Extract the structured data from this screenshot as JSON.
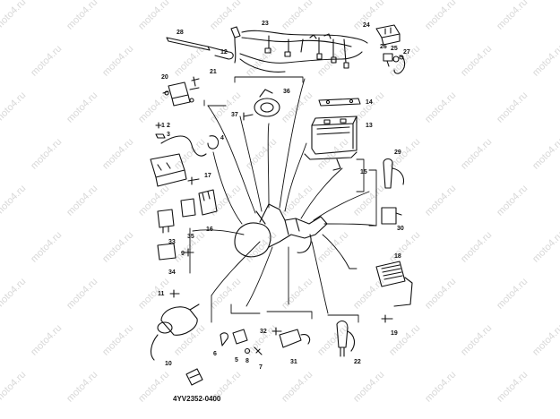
{
  "watermark": "moto4.ru",
  "diagram_code": "4YV2352-0400",
  "parts": [
    {
      "id": "p1",
      "label": "1"
    },
    {
      "id": "p2",
      "label": "2"
    },
    {
      "id": "p3",
      "label": "3"
    },
    {
      "id": "p4",
      "label": "4"
    },
    {
      "id": "p5",
      "label": "5"
    },
    {
      "id": "p6",
      "label": "6"
    },
    {
      "id": "p7",
      "label": "7"
    },
    {
      "id": "p8",
      "label": "8"
    },
    {
      "id": "p9",
      "label": "9"
    },
    {
      "id": "p10",
      "label": "10"
    },
    {
      "id": "p11",
      "label": "11"
    },
    {
      "id": "p12",
      "label": "12"
    },
    {
      "id": "p13",
      "label": "13"
    },
    {
      "id": "p14",
      "label": "14"
    },
    {
      "id": "p15",
      "label": "15"
    },
    {
      "id": "p16",
      "label": "16"
    },
    {
      "id": "p17",
      "label": "17"
    },
    {
      "id": "p18",
      "label": "18"
    },
    {
      "id": "p19",
      "label": "19"
    },
    {
      "id": "p20",
      "label": "20"
    },
    {
      "id": "p21",
      "label": "21"
    },
    {
      "id": "p22",
      "label": "22"
    },
    {
      "id": "p23",
      "label": "23"
    },
    {
      "id": "p24",
      "label": "24"
    },
    {
      "id": "p25",
      "label": "25"
    },
    {
      "id": "p26",
      "label": "26"
    },
    {
      "id": "p27",
      "label": "27"
    },
    {
      "id": "p28",
      "label": "28"
    },
    {
      "id": "p29",
      "label": "29"
    },
    {
      "id": "p30",
      "label": "30"
    },
    {
      "id": "p31",
      "label": "31"
    },
    {
      "id": "p32",
      "label": "32"
    },
    {
      "id": "p33",
      "label": "33"
    },
    {
      "id": "p34",
      "label": "34"
    },
    {
      "id": "p35",
      "label": "35"
    },
    {
      "id": "p36",
      "label": "36"
    },
    {
      "id": "p37",
      "label": "37"
    }
  ],
  "colors": {
    "ink": "#111111",
    "watermark": "#d8d8d8",
    "background": "#ffffff"
  }
}
